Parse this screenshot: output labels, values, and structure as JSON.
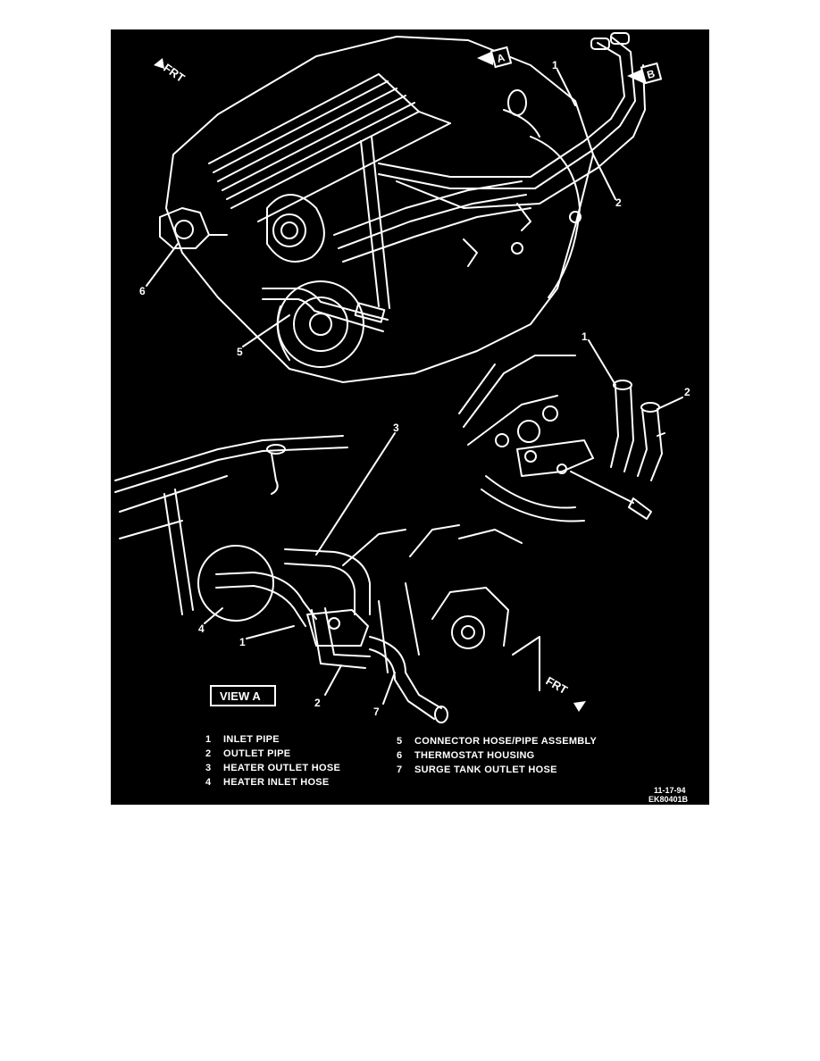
{
  "figure": {
    "callouts": {
      "c1_top": "1",
      "c2_top": "2",
      "c6": "6",
      "c5": "5",
      "c1_inset": "1",
      "c2_inset": "2",
      "c3": "3",
      "c4": "4",
      "c1_view": "1",
      "c2_view": "2",
      "c7": "7"
    },
    "arrows": {
      "frt_top": "FRT",
      "view_a_marker": "A",
      "view_b_marker": "B",
      "frt_bottom": "FRT"
    },
    "view_label": "VIEW A",
    "legend": [
      {
        "num": "1",
        "text": "INLET PIPE"
      },
      {
        "num": "2",
        "text": "OUTLET PIPE"
      },
      {
        "num": "3",
        "text": "HEATER OUTLET HOSE"
      },
      {
        "num": "4",
        "text": "HEATER INLET HOSE"
      },
      {
        "num": "5",
        "text": "CONNECTOR HOSE/PIPE ASSEMBLY"
      },
      {
        "num": "6",
        "text": "THERMOSTAT HOUSING"
      },
      {
        "num": "7",
        "text": "SURGE TANK OUTLET HOSE"
      }
    ],
    "stamp": {
      "date": "11-17-94",
      "code": "EK80401B"
    },
    "colors": {
      "background": "#000000",
      "linework": "#ffffff",
      "page": "#ffffff"
    }
  }
}
